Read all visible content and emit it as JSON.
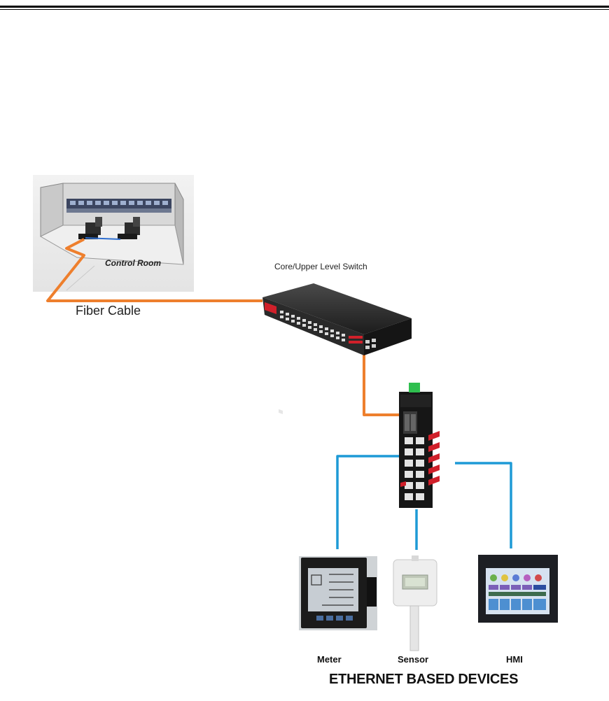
{
  "labels": {
    "control_room": "Control Room",
    "fiber_cable": "Fiber Cable",
    "core_switch": "Core/Upper Level Switch",
    "meter": "Meter",
    "sensor": "Sensor",
    "hmi": "HMI",
    "devices_caption": "ETHERNET BASED DEVICES"
  },
  "colors": {
    "fiber": "#ee7f2d",
    "ethernet": "#1e9ad6",
    "switch_accent": "#d0202a"
  }
}
